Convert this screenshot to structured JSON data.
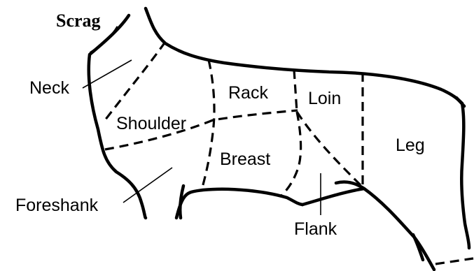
{
  "labels": {
    "scrag": "Scrag",
    "neck": "Neck",
    "shoulder": "Shoulder",
    "rack": "Rack",
    "loin": "Loin",
    "leg": "Leg",
    "breast": "Breast",
    "foreshank": "Foreshank",
    "flank": "Flank"
  }
}
